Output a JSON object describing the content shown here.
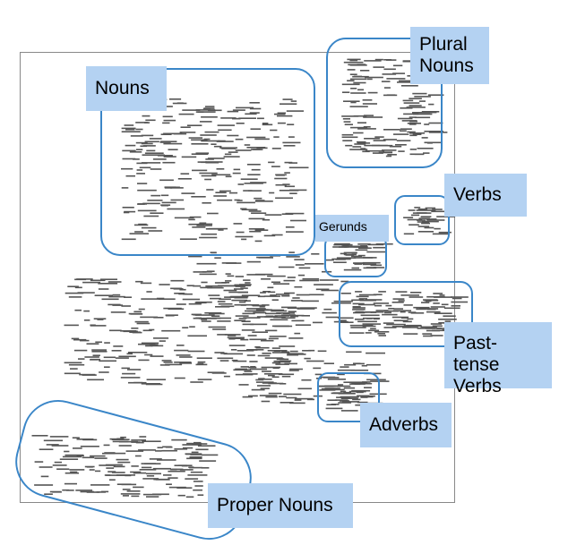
{
  "labels": {
    "nouns": "Nouns",
    "plural_nouns": "Plural Nouns",
    "verbs": "Verbs",
    "gerunds": "Gerunds",
    "past_tense_verbs": "Past-tense Verbs",
    "adverbs": "Adverbs",
    "proper_nouns": "Proper Nouns"
  },
  "colors": {
    "region_border": "#3a86c8",
    "label_fill": "#b4d2f2",
    "frame": "#888888"
  }
}
